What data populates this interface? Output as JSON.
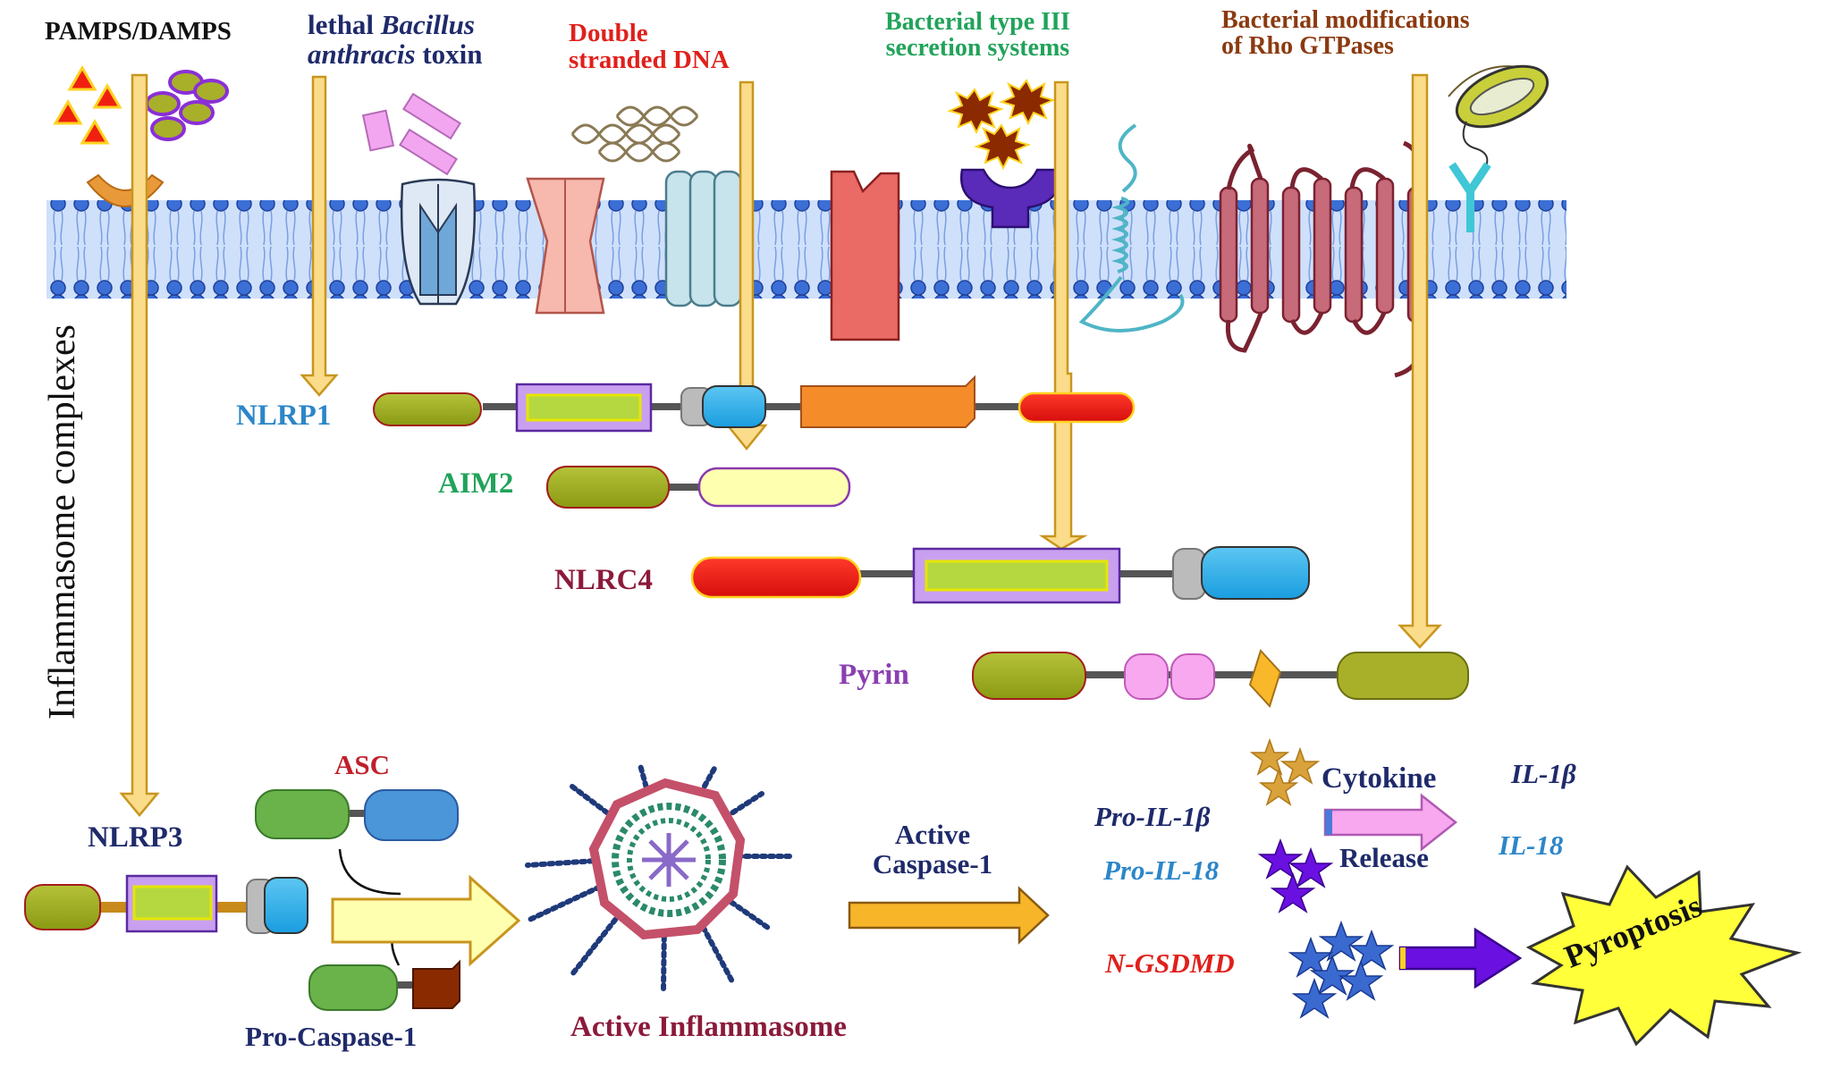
{
  "side_title": "Inflammasome complexes",
  "triggers": {
    "pamps": "PAMPS/DAMPS",
    "anthrax_line1_plain": "lethal ",
    "anthrax_line1_italic": "Bacillus",
    "anthrax_line2_italic": "anthracis",
    "anthrax_line2_plain": " toxin",
    "dsdna_line1": "Double",
    "dsdna_line2": "stranded DNA",
    "t3ss_line1": "Bacterial type III",
    "t3ss_line2": "secretion systems",
    "rho_line1": "Bacterial modifications",
    "rho_line2": "of Rho GTPases"
  },
  "sensors": {
    "nlrp1": "NLRP1",
    "aim2": "AIM2",
    "nlrc4": "NLRC4",
    "pyrin": "Pyrin",
    "nlrp3": "NLRP3"
  },
  "assembly": {
    "asc": "ASC",
    "pro_caspase": "Pro-Caspase-1",
    "active_inflammasome": "Active Inflammasome",
    "active_caspase_line1": "Active",
    "active_caspase_line2": "Caspase-1"
  },
  "outputs": {
    "pro_il1b": "Pro-IL-1β",
    "pro_il18": "Pro-IL-18",
    "cytokine_line1": "Cytokine",
    "cytokine_line2": "Release",
    "il1b": "IL-1β",
    "il18": "IL-18",
    "ngsdmd": "N-GSDMD",
    "pyroptosis": "Pyroptosis"
  },
  "colors": {
    "arrow_fill": "#fbdc8a",
    "arrow_stroke": "#c8961e",
    "membrane": "#3b6fd6",
    "pamps_text": "#111111",
    "anthrax_text": "#1f2a6b",
    "dsdna_text": "#e0201b",
    "t3ss_text": "#21a35a",
    "rho_text": "#8b3a10",
    "nlrp1_text": "#2c86c9",
    "aim2_text": "#21a35a",
    "nlrc4_text": "#8b1a3a",
    "pyrin_text": "#8b3fb0",
    "nlrp3_text": "#1f2a6b",
    "asc_text": "#c0202a",
    "procasp_text": "#1f2a6b",
    "active_infl_text": "#8b1a3a",
    "active_casp_text": "#1f2a6b",
    "pro_il1b_text": "#1f2a6b",
    "pro_il18_text": "#2c86c9",
    "cytokine_text": "#1f2a6b",
    "il1b_text": "#1f2a6b",
    "il18_text": "#2c86c9",
    "ngsdmd_text": "#e0201b",
    "pyroptosis_fill": "#ffff3a"
  }
}
